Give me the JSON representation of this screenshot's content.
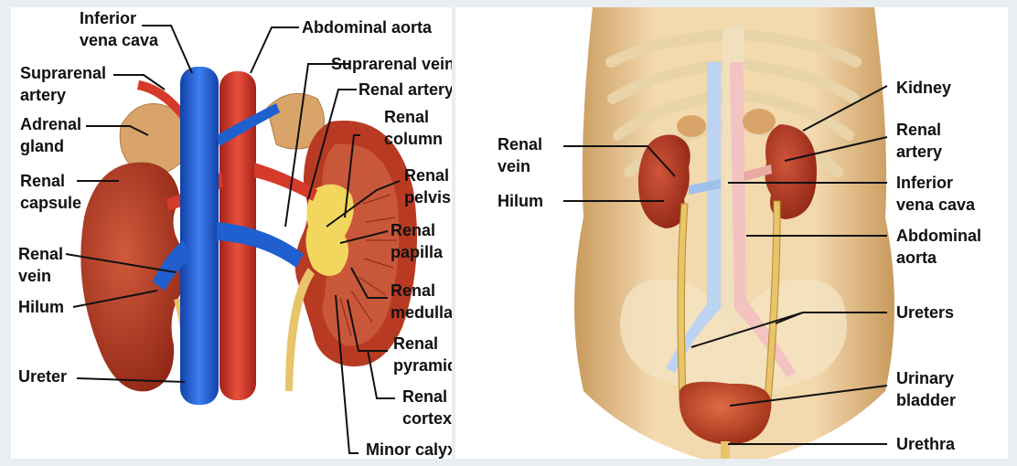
{
  "left_figure": {
    "labels": {
      "inferior_vena_cava": [
        "Inferior",
        "vena cava"
      ],
      "abdominal_aorta": [
        "Abdominal aorta"
      ],
      "suprarenal_artery": [
        "Suprarenal",
        "artery"
      ],
      "suprarenal_vein": [
        "Suprarenal vein"
      ],
      "adrenal_gland": [
        "Adrenal",
        "gland"
      ],
      "renal_artery": [
        "Renal artery"
      ],
      "renal_column": [
        "Renal",
        "column"
      ],
      "renal_capsule": [
        "Renal",
        "capsule"
      ],
      "renal_pelvis": [
        "Renal",
        "pelvis"
      ],
      "renal_papilla": [
        "Renal",
        "papilla"
      ],
      "renal_vein": [
        "Renal",
        "vein"
      ],
      "hilum": [
        "Hilum"
      ],
      "renal_medulla": [
        "Renal",
        "medulla"
      ],
      "renal_pyramid": [
        "Renal",
        "pyramid"
      ],
      "ureter": [
        "Ureter"
      ],
      "renal_cortex": [
        "Renal",
        "cortex"
      ],
      "minor_calyx": [
        "Minor calyx"
      ]
    }
  },
  "right_figure": {
    "labels": {
      "kidney": [
        "Kidney"
      ],
      "renal_vein": [
        "Renal",
        "vein"
      ],
      "renal_artery": [
        "Renal",
        "artery"
      ],
      "hilum": [
        "Hilum"
      ],
      "inferior_vena_cava": [
        "Inferior",
        "vena cava"
      ],
      "abdominal_aorta": [
        "Abdominal",
        "aorta"
      ],
      "ureters": [
        "Ureters"
      ],
      "urinary_bladder": [
        "Urinary",
        "bladder"
      ],
      "urethra": [
        "Urethra"
      ]
    }
  },
  "colors": {
    "kidney": "#b5321f",
    "vein_blue": "#1f5fcf",
    "artery_red": "#d63a2a",
    "adrenal": "#d9a46a",
    "ureter": "#e8c46a",
    "body_skin": "#f1d3a6",
    "bone": "#f3e2bf",
    "bladder": "#c0452a"
  }
}
